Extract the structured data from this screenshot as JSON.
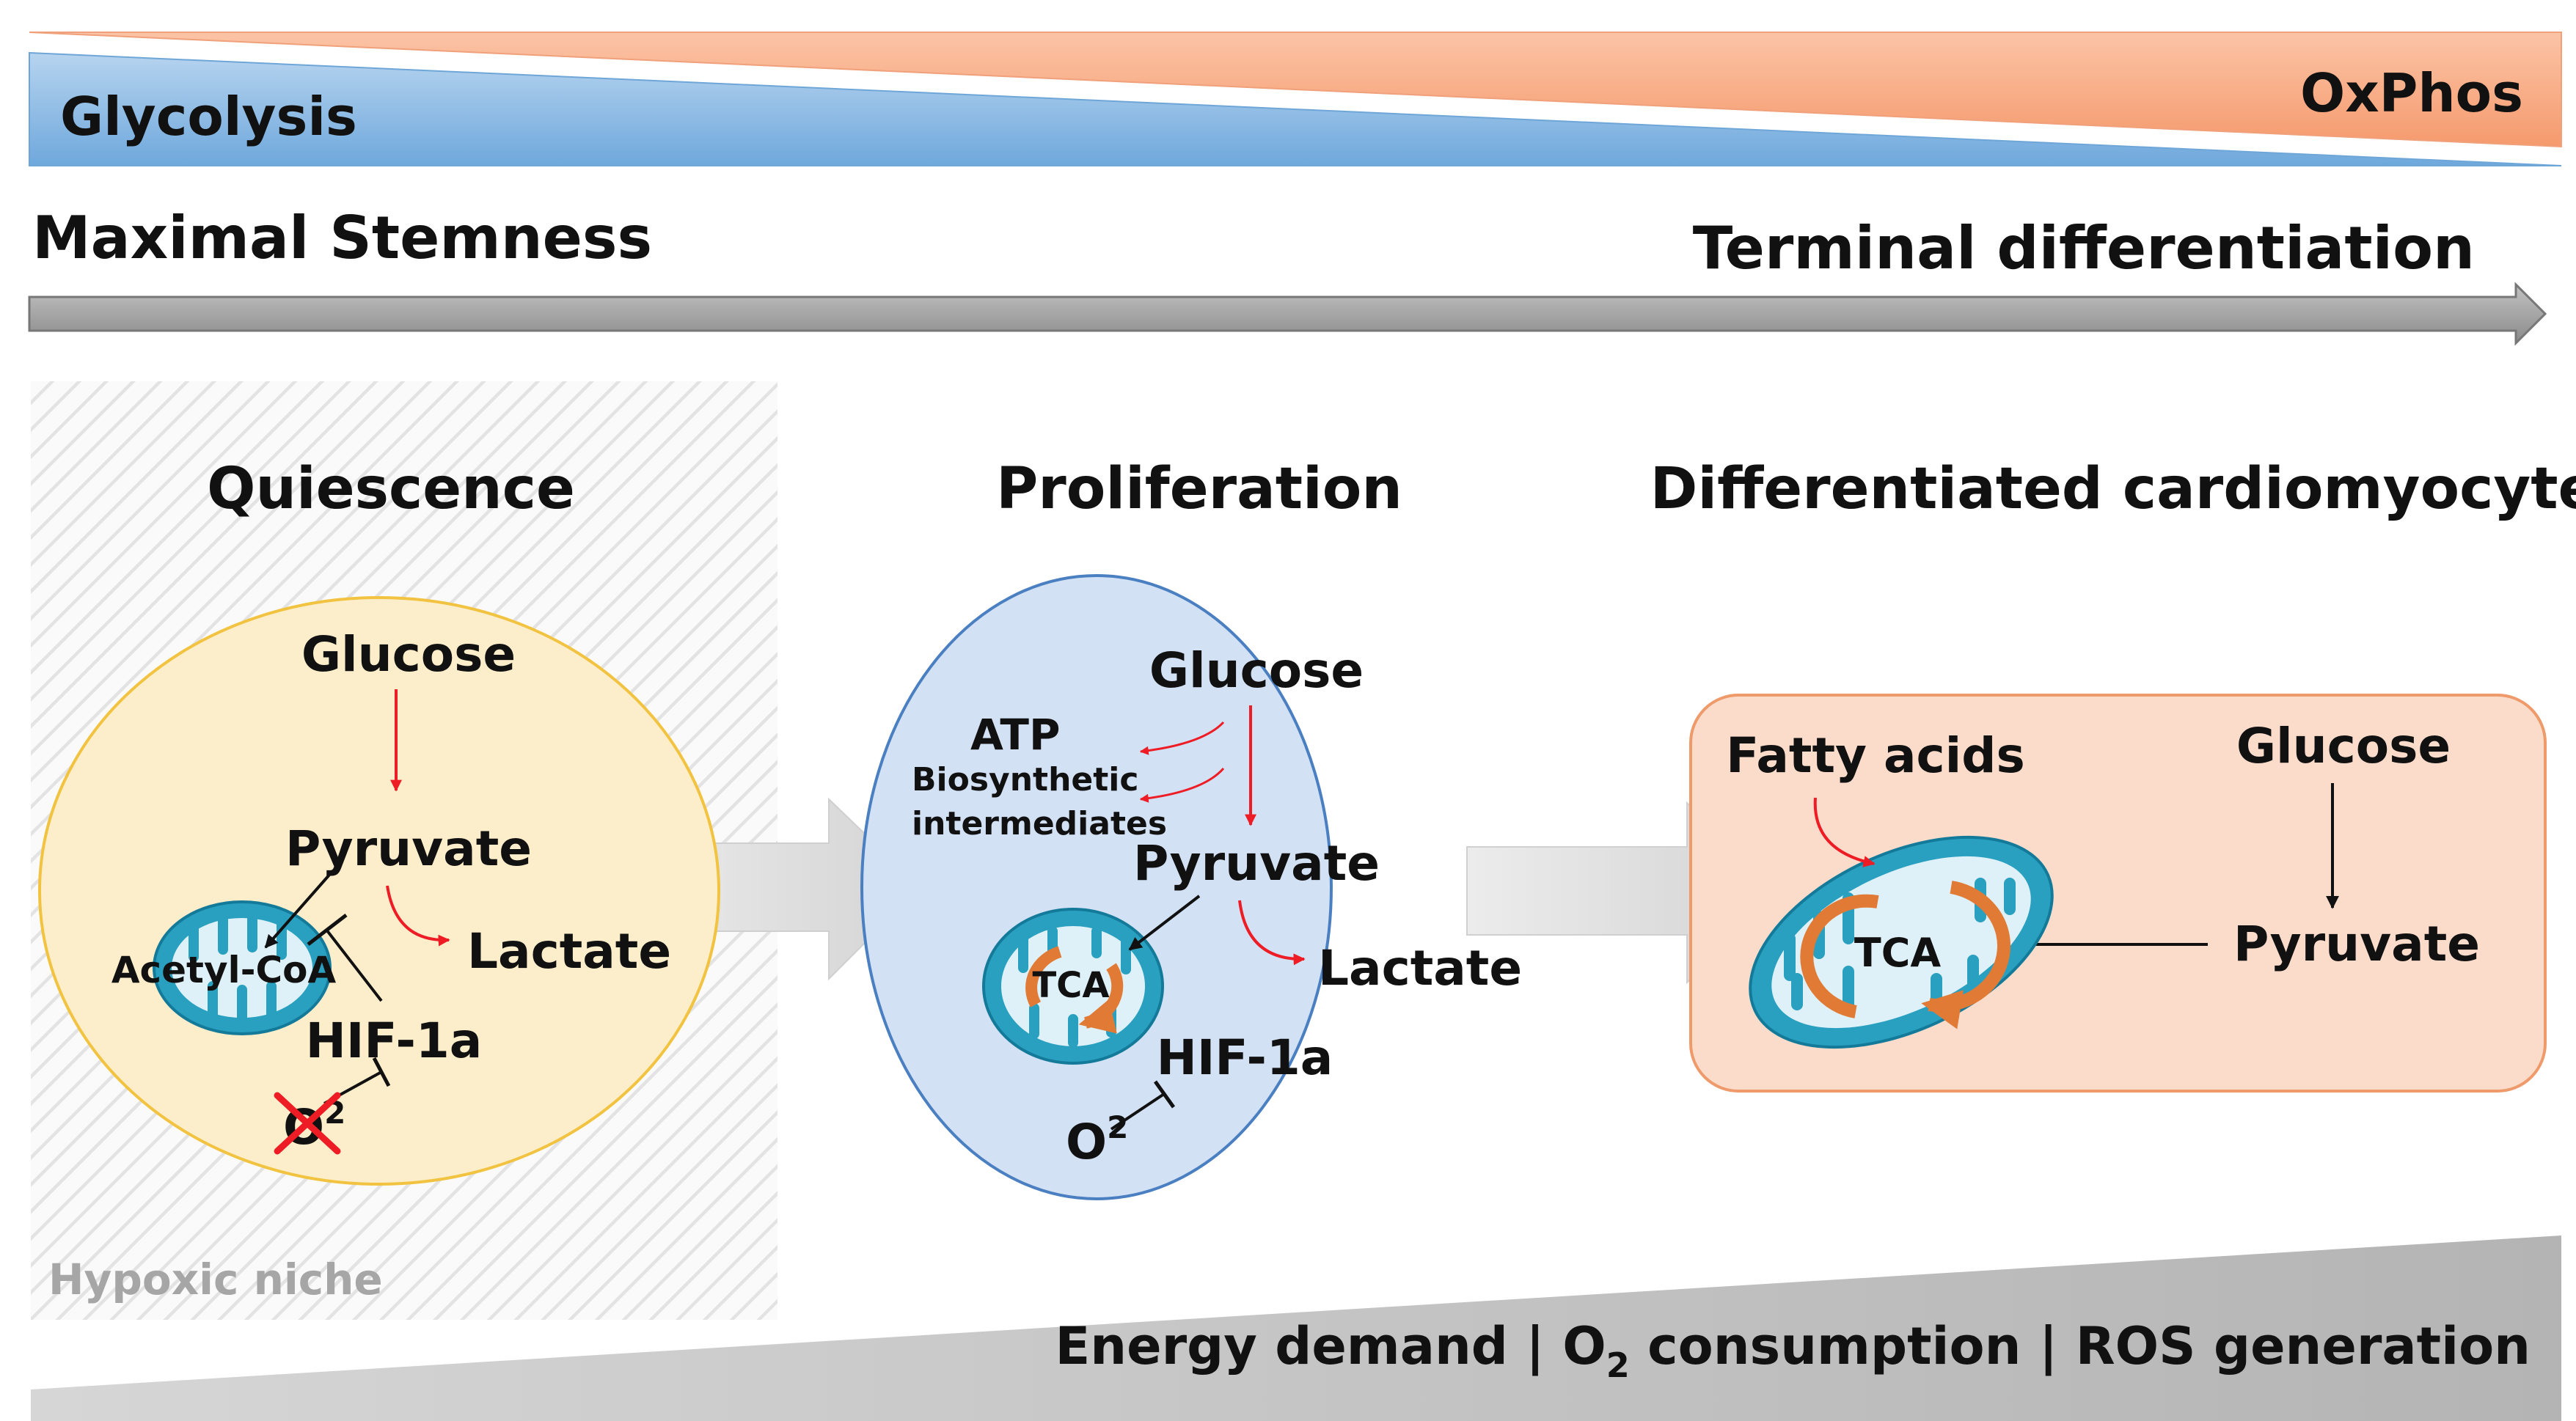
{
  "top_bar": {
    "left_label": "Glycolysis",
    "right_label": "OxPhos"
  },
  "axis": {
    "start_label": "Maximal Stemness",
    "end_label": "Terminal differentiation"
  },
  "niche_label": "Hypoxic niche",
  "quiescence": {
    "title": "Quiescence",
    "glucose": "Glucose",
    "pyruvate": "Pyruvate",
    "lactate": "Lactate",
    "acetyl_coa": "Acetyl-CoA",
    "hif": "HIF-1a",
    "o2": "O",
    "o2_sup": "2"
  },
  "proliferation": {
    "title": "Proliferation",
    "glucose": "Glucose",
    "atp": "ATP",
    "biosynthetic_line1": "Biosynthetic",
    "biosynthetic_line2": "intermediates",
    "pyruvate": "Pyruvate",
    "lactate": "Lactate",
    "tca": "TCA",
    "hif": "HIF-1a",
    "o2": "O",
    "o2_sup": "2"
  },
  "differentiated": {
    "title": "Differentiated cardiomyocyte",
    "fatty_acids": "Fatty acids",
    "glucose": "Glucose",
    "pyruvate": "Pyruvate",
    "tca": "TCA"
  },
  "bottom_bar": {
    "label_part1": "Energy demand | O",
    "label_sub": "2",
    "label_part2": " consumption | ROS generation"
  },
  "colors": {
    "glycolysis_blue": "#9cc3e6",
    "oxphos_orange": "#f8a87e",
    "gray_arrow": "#a0a0a0",
    "quiescence_cell": "#fdeecb",
    "proliferation_cell": "#d3e1f5",
    "cardiomyocyte_box": "#fbdccb",
    "mito_fill": "#2aa0c0",
    "tca_orange": "#e07a35",
    "red_arrow": "#ee1c24"
  }
}
